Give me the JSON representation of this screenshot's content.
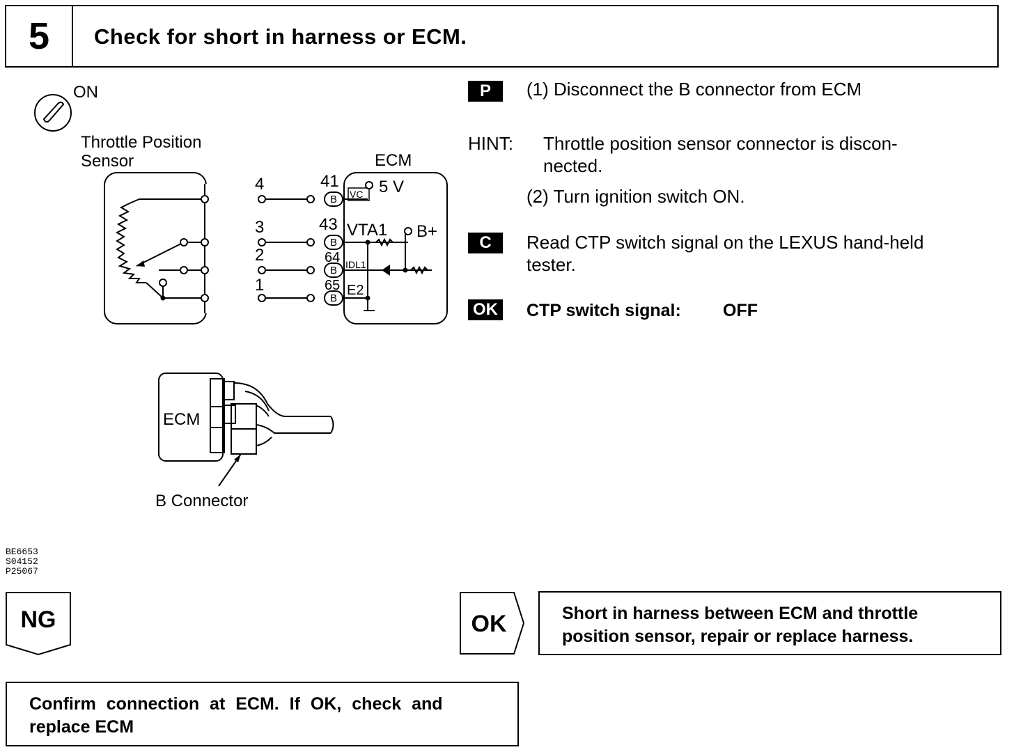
{
  "step": {
    "number": "5",
    "title": "Check for short in harness or ECM."
  },
  "ignition": {
    "label": "ON"
  },
  "diagram": {
    "tps_label_line1": "Throttle Position",
    "tps_label_line2": "Sensor",
    "ecm_label": "ECM",
    "terminals": [
      "4",
      "3",
      "2",
      "1"
    ],
    "pins": [
      "41",
      "43",
      "64",
      "65"
    ],
    "connector_letter": "B",
    "signals": [
      "VC",
      "VTA1",
      "IDL1",
      "E2"
    ],
    "supply_5v": "5 V",
    "supply_bplus": "B+",
    "connector_ecm_label": "ECM",
    "b_connector_label": "B Connector"
  },
  "image_codes": [
    "BE6653",
    "S04152",
    "P25067"
  ],
  "instructions": {
    "p_tag": "P",
    "step1": "(1) Disconnect the B connector from ECM",
    "hint_label": "HINT:",
    "hint_line1": "Throttle position sensor connector is discon-",
    "hint_line2": "nected.",
    "step2": "(2) Turn ignition switch ON.",
    "c_tag": "C",
    "read_line1": "Read CTP switch signal on the LEXUS hand-held",
    "read_line2": "tester.",
    "ok_tag": "OK",
    "spec_label": "CTP switch signal:",
    "spec_value": "OFF"
  },
  "results": {
    "ng_label": "NG",
    "ok_label": "OK",
    "ok_action_line1": "Short in harness between ECM and throttle",
    "ok_action_line2": "position sensor, repair or replace harness.",
    "ng_action_line1": "Confirm connection at ECM. If OK, check and",
    "ng_action_line2": "replace ECM"
  }
}
